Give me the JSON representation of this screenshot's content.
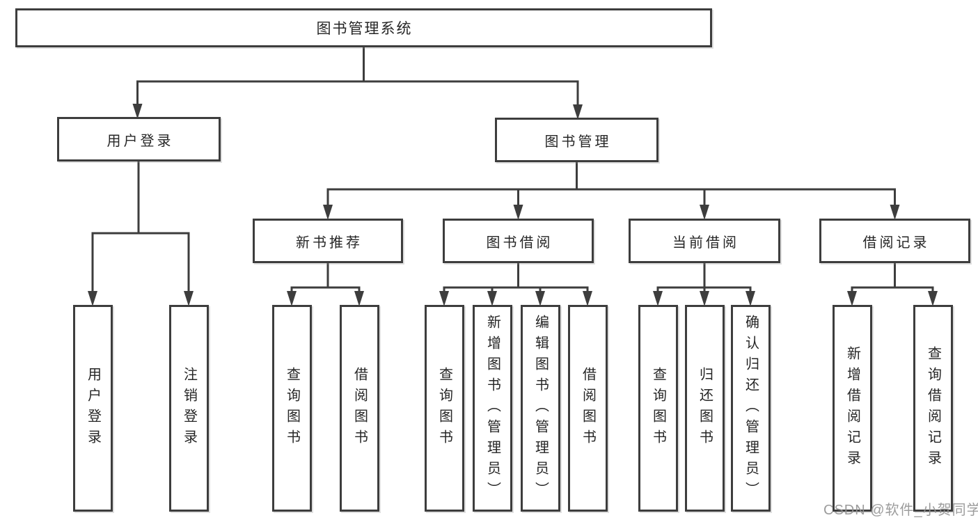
{
  "diagram": {
    "root": {
      "label": "图书管理系统"
    },
    "branches": [
      {
        "label": "用户登录",
        "leaves": [
          {
            "label": "用户登录"
          },
          {
            "label": "注销登录"
          }
        ]
      },
      {
        "label": "图书管理",
        "groups": [
          {
            "label": "新书推荐",
            "leaves": [
              {
                "label": "查询图书"
              },
              {
                "label": "借阅图书"
              }
            ]
          },
          {
            "label": "图书借阅",
            "leaves": [
              {
                "label": "查询图书"
              },
              {
                "label": "新增图书（管理员）"
              },
              {
                "label": "编辑图书（管理员）"
              },
              {
                "label": "借阅图书"
              }
            ]
          },
          {
            "label": "当前借阅",
            "leaves": [
              {
                "label": "查询图书"
              },
              {
                "label": "归还图书"
              },
              {
                "label": "确认归还（管理员）"
              }
            ]
          },
          {
            "label": "借阅记录",
            "leaves": [
              {
                "label": "新增借阅记录"
              },
              {
                "label": "查询借阅记录"
              }
            ]
          }
        ]
      }
    ]
  },
  "watermark": {
    "text": "CSDN @软件_小贺同学"
  },
  "colors": {
    "line": "#3d3d3d",
    "text": "#262626",
    "background": "#ffffff",
    "watermark": "#949494"
  }
}
